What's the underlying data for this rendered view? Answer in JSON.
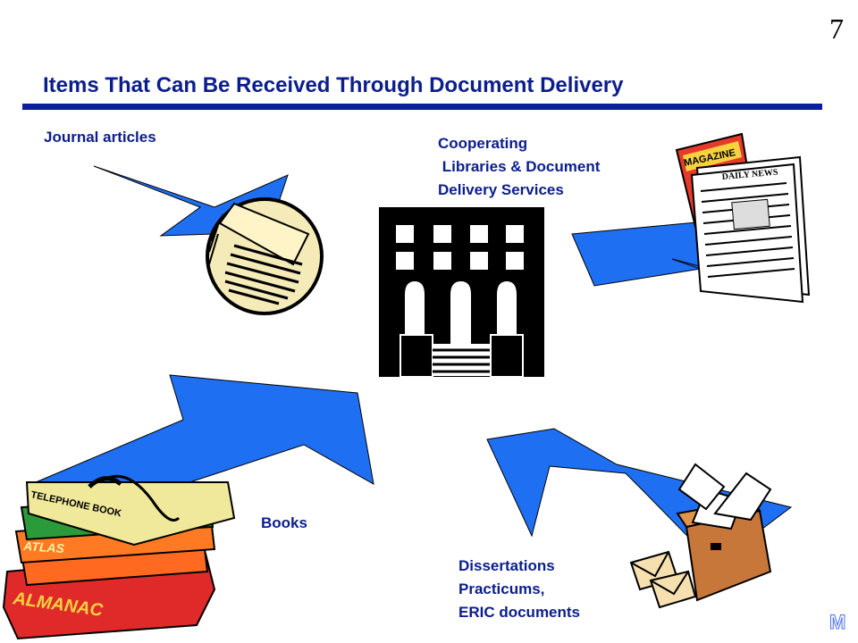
{
  "slide": {
    "number": "7",
    "title": "Items That Can Be Received Through Document Delivery",
    "nav_mark": "M"
  },
  "labels": {
    "journal": "Journal articles",
    "cooperating": "Cooperating\n Libraries & Document\nDelivery Services",
    "books": "Books",
    "dissertations": "Dissertations\nPracticums,\nERIC documents"
  },
  "clipart": {
    "magazine_cover": "MAGAZINE",
    "newspaper_masthead": "DAILY NEWS",
    "book_spines": [
      "TELEPHONE BOOK",
      "ATLAS",
      "ALMANAC"
    ]
  },
  "colors": {
    "arrow": "#1f6ff2",
    "title": "#0b1e8c",
    "rule": "#0b1ea0"
  }
}
